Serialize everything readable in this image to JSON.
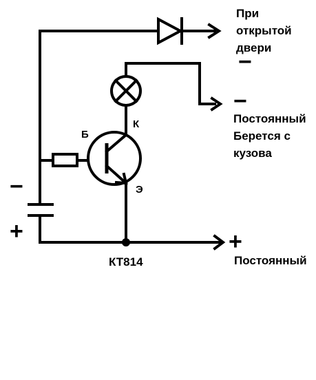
{
  "outputs": {
    "door_line1": "При",
    "door_line2": "открытой",
    "door_line3": "двери",
    "door_sign": "−",
    "constant_minus_sign": "−",
    "constant_minus_line1": "Постоянный",
    "constant_minus_line2": "Берется с",
    "constant_minus_line3": "кузова",
    "constant_plus_sign": "+",
    "constant_plus_label": "Постоянный"
  },
  "battery": {
    "minus_sign": "−",
    "plus_sign": "+"
  },
  "transistor": {
    "part": "КТ814",
    "base_label": "Б",
    "collector_label": "К",
    "emitter_label": "Э"
  },
  "components": {
    "diode": "diode",
    "lamp": "lamp",
    "resistor": "resistor",
    "battery": "battery",
    "transistor": "pnp-transistor"
  }
}
